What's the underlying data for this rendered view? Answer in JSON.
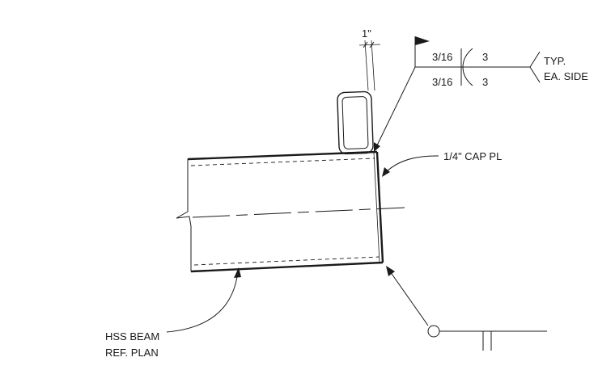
{
  "dimension": {
    "label": "1\""
  },
  "weld_symbol": {
    "arrow_side_size": "3/16",
    "arrow_side_length": "3",
    "other_side_size": "3/16",
    "other_side_length": "3",
    "tail_note_line1": "TYP.",
    "tail_note_line2": "EA. SIDE",
    "field_weld_flag": true,
    "symbol": "flare-bevel"
  },
  "callouts": {
    "cap_plate": "1/4\" CAP PL",
    "beam_line1": "HSS BEAM",
    "beam_line2": "REF. PLAN"
  }
}
